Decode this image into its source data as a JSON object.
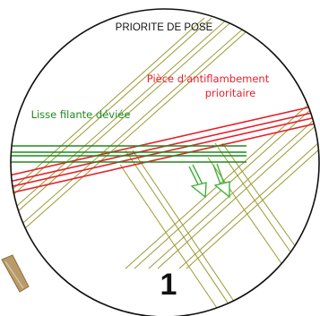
{
  "diagram": {
    "title": "PRIORITE DE POSE",
    "red_label_line1": "Pièce d'antiflambement",
    "red_label_line2": "prioritaire",
    "green_label": "Lisse filante déviée",
    "number": "1"
  },
  "colors": {
    "red": "#e8202a",
    "green": "#1f8a1f",
    "olive": "#9c9a33",
    "arrow": "#3fb23a",
    "outline": "#111111",
    "wood": "#b99a6b"
  }
}
